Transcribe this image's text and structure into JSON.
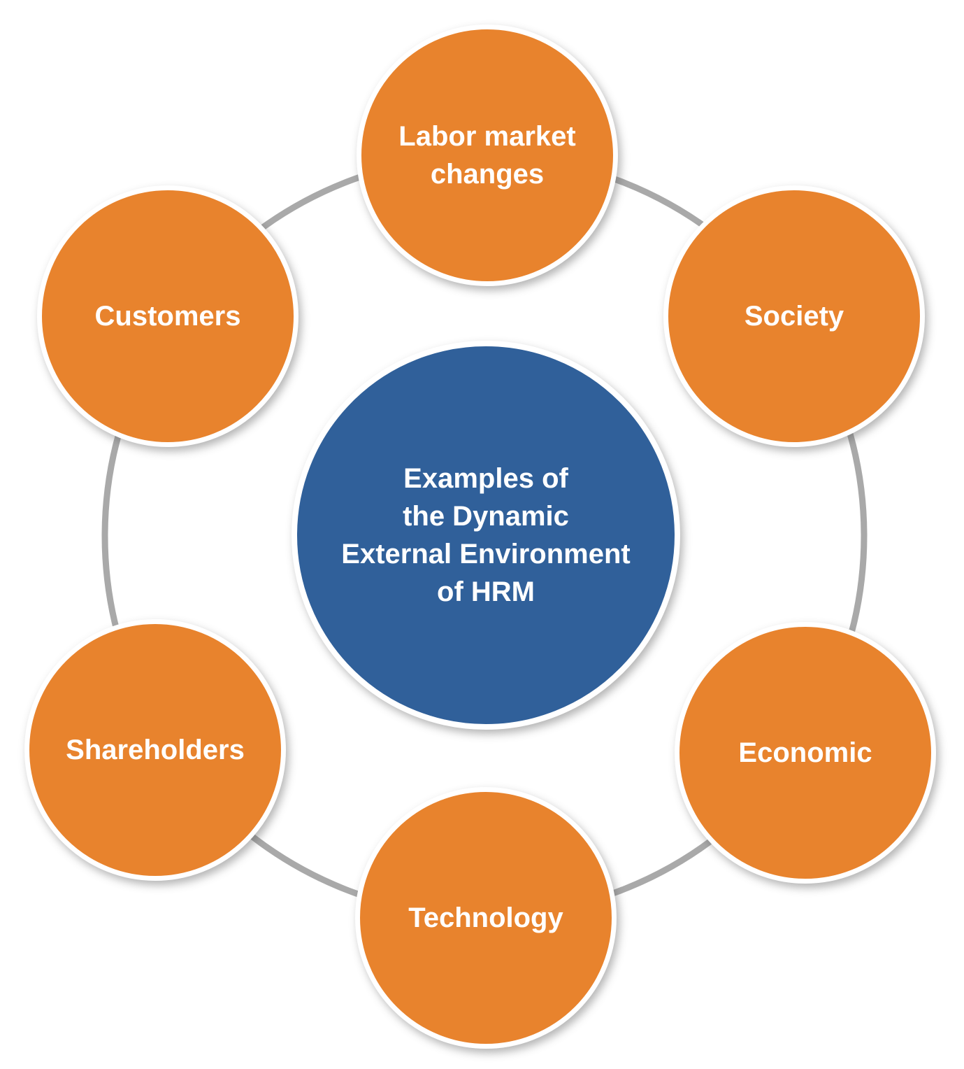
{
  "diagram": {
    "center_node": {
      "label": "Examples of\nthe Dynamic\nExternal Environment\nof HRM",
      "color": "#30609a"
    },
    "outer_nodes": [
      {
        "label": "Labor market\nchanges",
        "position": "top"
      },
      {
        "label": "Society",
        "position": "top-right"
      },
      {
        "label": "Economic",
        "position": "bottom-right"
      },
      {
        "label": "Technology",
        "position": "bottom"
      },
      {
        "label": "Shareholders",
        "position": "bottom-left"
      },
      {
        "label": "Customers",
        "position": "top-left"
      }
    ],
    "colors": {
      "outer_node": "#e8832d",
      "center_node": "#30609a",
      "ring": "#a9a9a9",
      "label_text": "#ffffff"
    }
  }
}
